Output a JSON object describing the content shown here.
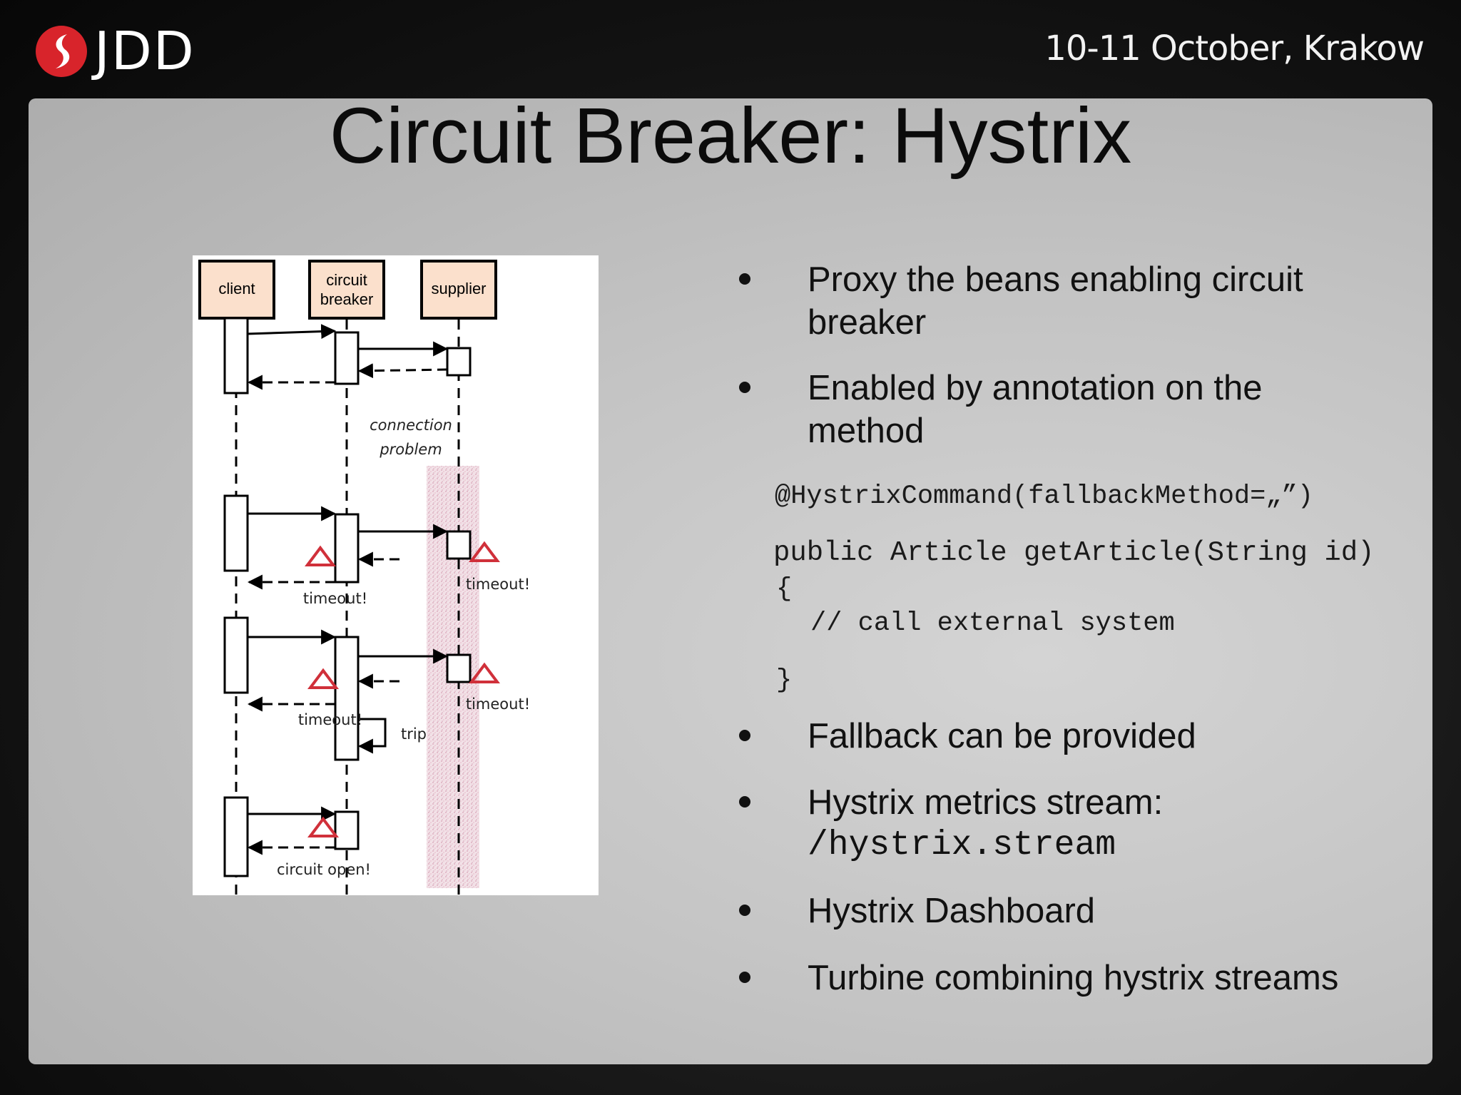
{
  "header": {
    "logo_text": "JDD",
    "date_location": "10-11 October, Krakow"
  },
  "slide": {
    "title": "Circuit Breaker: Hystrix",
    "bullets": [
      {
        "line1": "Proxy the beans enabling circuit",
        "line2": "breaker"
      },
      {
        "line1": "Enabled by annotation on the",
        "line2": "method"
      },
      {
        "text": "Fallback can be provided"
      },
      {
        "line1": "Hystrix metrics stream:",
        "line2_code": "/hystrix.stream"
      },
      {
        "text": "Hystrix Dashboard"
      },
      {
        "text": "Turbine combining hystrix streams"
      }
    ],
    "code": {
      "annotation": "@HystrixCommand(fallbackMethod=„”)",
      "signature": "public Article getArticle(String id)",
      "open_brace": "{",
      "comment": "// call external system",
      "close_brace": "}"
    }
  },
  "diagram": {
    "participants": [
      "client",
      "circuit",
      "breaker",
      "supplier"
    ],
    "connection_note": [
      "connection",
      "problem"
    ],
    "labels": {
      "timeout": "timeout!",
      "trip": "trip",
      "circuit_open": "circuit open!"
    },
    "colors": {
      "participant_fill": "#fbe0cc",
      "warning": "#d0303a",
      "problem_band": "#d8a8b8"
    }
  },
  "colors": {
    "logo_red": "#d8242b",
    "panel": "#c6c6c6",
    "text": "#111111"
  }
}
